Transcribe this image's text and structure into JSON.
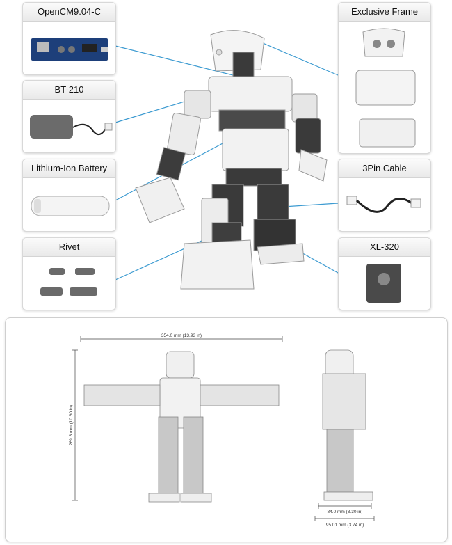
{
  "parts": [
    {
      "id": "opencm",
      "label": "OpenCM9.04-C",
      "icon": "controller-board-icon"
    },
    {
      "id": "bt210",
      "label": "BT-210",
      "icon": "bluetooth-module-icon"
    },
    {
      "id": "battery",
      "label": "Lithium-Ion Battery",
      "icon": "battery-icon"
    },
    {
      "id": "rivet",
      "label": "Rivet",
      "icon": "rivet-icon"
    },
    {
      "id": "frame",
      "label": "Exclusive Frame",
      "icon": "frame-icon"
    },
    {
      "id": "cable",
      "label": "3Pin Cable",
      "icon": "cable-icon"
    },
    {
      "id": "xl320",
      "label": "XL-320",
      "icon": "servo-icon"
    }
  ],
  "dimensions": {
    "width": "354.0 mm (13.93 in)",
    "height": "269.3 mm (10.60 in)",
    "depth_inner": "84.0 mm (3.30 in)",
    "depth_outer": "95.01 mm (3.74 in)"
  },
  "colors": {
    "connector": "#3d9bd1",
    "robot_body": "#f2f2f2",
    "robot_dark": "#3a3a3a"
  }
}
